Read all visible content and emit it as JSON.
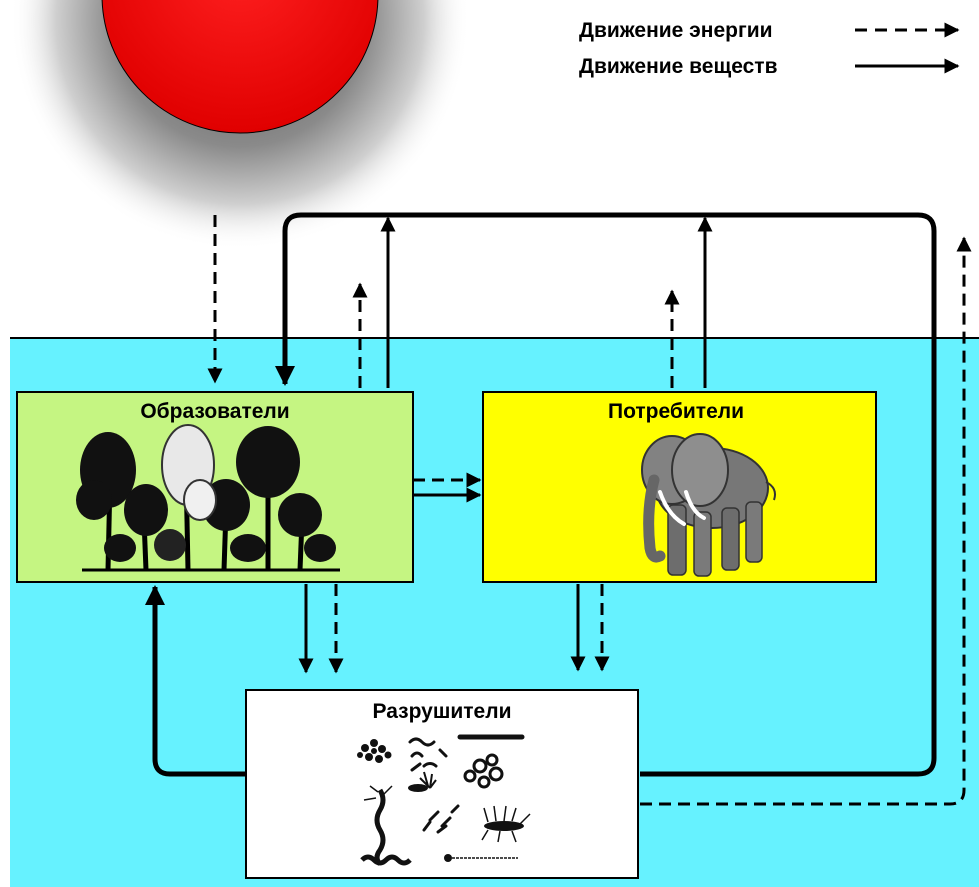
{
  "legend": {
    "energy_label": "Движение энергии",
    "matter_label": "Движение веществ"
  },
  "boxes": {
    "producers": {
      "title": "Образователи",
      "color": "#c5f582"
    },
    "consumers": {
      "title": "Потребители",
      "color": "#ffff00"
    },
    "decomposers": {
      "title": "Разрушители",
      "color": "#ffffff"
    }
  },
  "colors": {
    "water": "#66f2ff",
    "sun_core": "#ff0000",
    "sun_glow": "#808080",
    "line": "#000000"
  },
  "icons": {
    "producers": "forest-illustration",
    "consumers": "elephant-illustration",
    "decomposers": "microorganisms-illustration"
  }
}
